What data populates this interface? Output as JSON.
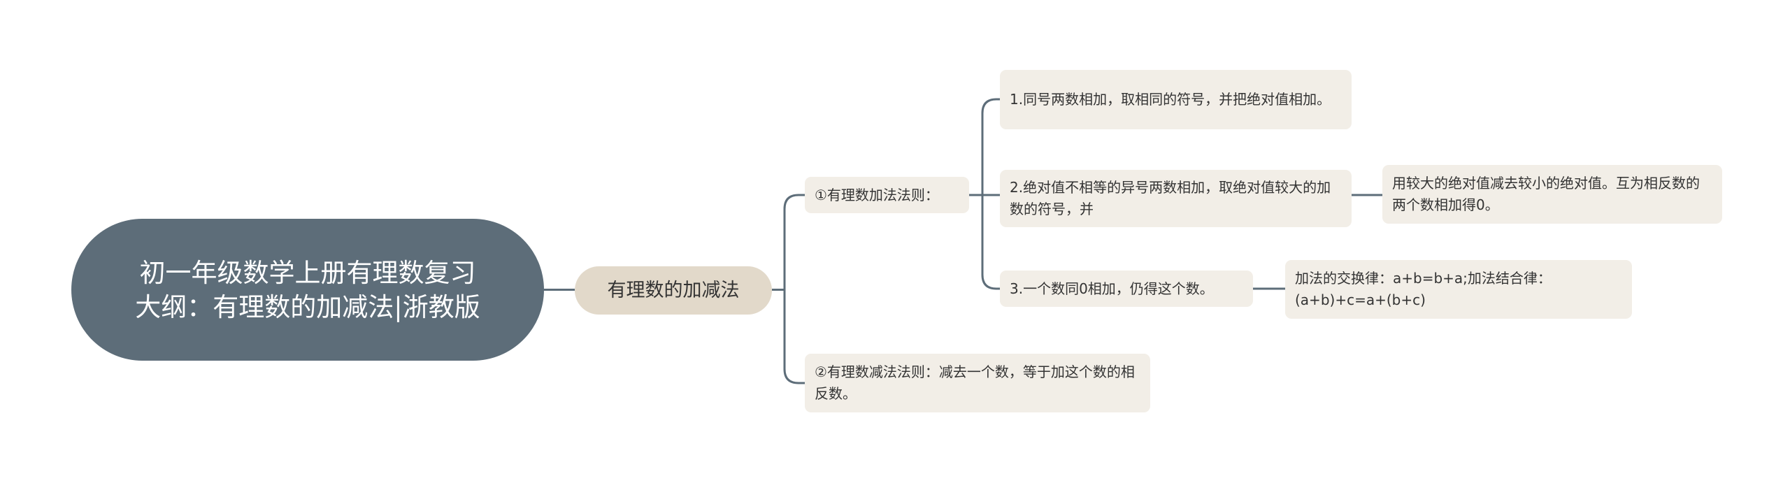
{
  "mindmap": {
    "root": {
      "label": "初一年级数学上册有理数复习大纲：有理数的加减法|浙教版"
    },
    "branch": {
      "label": "有理数的加减法"
    },
    "addition_rule": {
      "label": "①有理数加法法则：",
      "children": [
        {
          "label": "1.同号两数相加，取相同的符号，并把绝对值相加。"
        },
        {
          "label": "2.绝对值不相等的异号两数相加，取绝对值较大的加数的符号，并",
          "detail": "用较大的绝对值减去较小的绝对值。互为相反数的两个数相加得0。"
        },
        {
          "label": "3.一个数同0相加，仍得这个数。",
          "detail": "加法的交换律：a+b=b+a;加法结合律：(a+b)+c=a+(b+c)"
        }
      ]
    },
    "subtraction_rule": {
      "label": "②有理数减法法则：减去一个数，等于加这个数的相反数。"
    }
  },
  "colors": {
    "root_fill": "#5d6d79",
    "branch_fill": "#e2d9ca",
    "leaf_fill": "#f2eee7",
    "connector": "#5d6d79",
    "text": "#333333"
  }
}
